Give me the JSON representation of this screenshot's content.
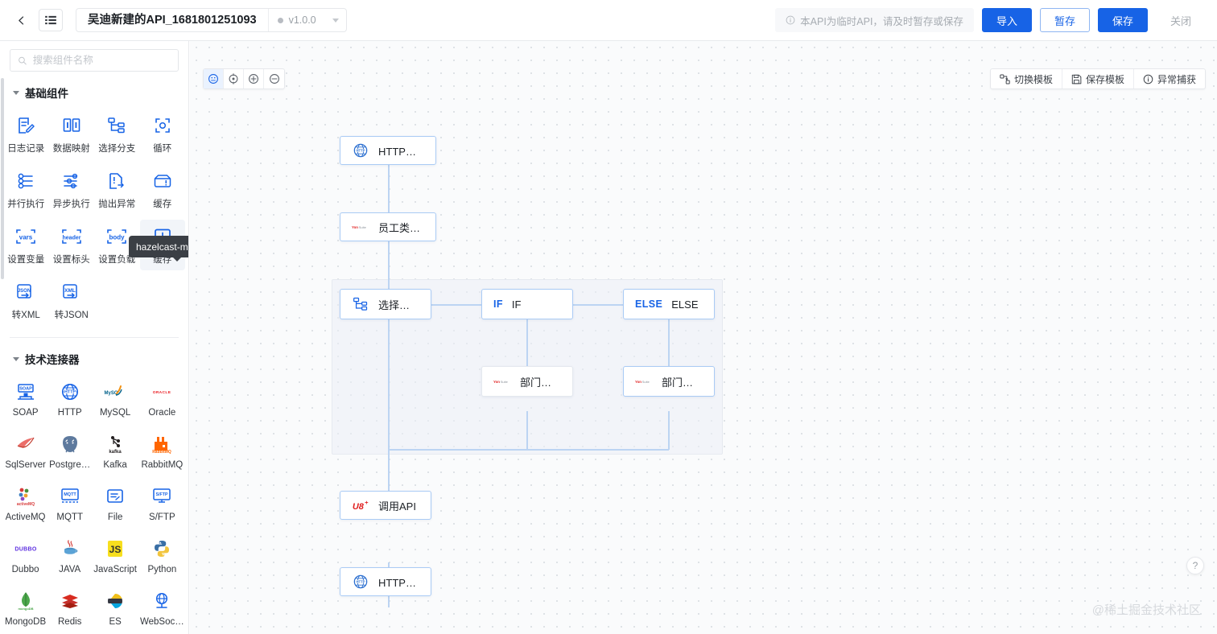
{
  "header": {
    "back_icon": "chevron-left-icon",
    "menu_icon": "list-menu-icon",
    "api_title": "吴迪新建的API_1681801251093",
    "version": "v1.0.0",
    "warning": "本API为临时API，请及时暂存或保存",
    "warning_icon": "info-circle-icon",
    "buttons": {
      "import": "导入",
      "stash": "暂存",
      "save": "保存",
      "close": "关闭"
    },
    "accent_color": "#1763e6"
  },
  "sidebar": {
    "search_placeholder": "搜索组件名称",
    "search_icon": "search-icon",
    "groups": [
      {
        "title": "基础组件",
        "items": [
          {
            "label": "日志记录",
            "icon": "log-record-icon",
            "selected": false
          },
          {
            "label": "数据映射",
            "icon": "data-mapping-icon",
            "selected": false
          },
          {
            "label": "选择分支",
            "icon": "branch-icon",
            "selected": false
          },
          {
            "label": "循环",
            "icon": "loop-icon",
            "selected": false
          },
          {
            "label": "并行执行",
            "icon": "parallel-icon",
            "selected": false
          },
          {
            "label": "异步执行",
            "icon": "async-icon",
            "selected": false
          },
          {
            "label": "抛出异常",
            "icon": "throw-exception-icon",
            "selected": false
          },
          {
            "label": "缓存",
            "icon": "cache-icon",
            "selected": true
          },
          {
            "label": "设置变量",
            "icon": "vars-icon",
            "selected": false
          },
          {
            "label": "设置标头",
            "icon": "header-icon",
            "selected": false
          },
          {
            "label": "设置负载",
            "icon": "body-icon",
            "selected": false
          },
          {
            "label": "缓存",
            "icon": "cache-download-icon",
            "selected": true
          },
          {
            "label": "转XML",
            "icon": "to-xml-icon",
            "selected": false
          },
          {
            "label": "转JSON",
            "icon": "to-json-icon",
            "selected": false
          }
        ]
      },
      {
        "title": "技术连接器",
        "items": [
          {
            "label": "SOAP",
            "icon": "soap-icon"
          },
          {
            "label": "HTTP",
            "icon": "http-icon"
          },
          {
            "label": "MySQL",
            "icon": "mysql-icon"
          },
          {
            "label": "Oracle",
            "icon": "oracle-icon"
          },
          {
            "label": "SqlServer",
            "icon": "sqlserver-icon"
          },
          {
            "label": "Postgre…",
            "icon": "postgresql-icon"
          },
          {
            "label": "Kafka",
            "icon": "kafka-icon"
          },
          {
            "label": "RabbitMQ",
            "icon": "rabbitmq-icon"
          },
          {
            "label": "ActiveMQ",
            "icon": "activemq-icon"
          },
          {
            "label": "MQTT",
            "icon": "mqtt-icon"
          },
          {
            "label": "File",
            "icon": "file-icon"
          },
          {
            "label": "S/FTP",
            "icon": "sftp-icon"
          },
          {
            "label": "Dubbo",
            "icon": "dubbo-icon"
          },
          {
            "label": "JAVA",
            "icon": "java-icon"
          },
          {
            "label": "JavaScript",
            "icon": "javascript-icon"
          },
          {
            "label": "Python",
            "icon": "python-icon"
          },
          {
            "label": "MongoDB",
            "icon": "mongodb-icon"
          },
          {
            "label": "Redis",
            "icon": "redis-icon"
          },
          {
            "label": "ES",
            "icon": "elasticsearch-icon"
          },
          {
            "label": "WebSoc…",
            "icon": "websocket-icon"
          }
        ]
      }
    ],
    "tooltip": "hazelcast-map缓存"
  },
  "canvas": {
    "tools": [
      {
        "icon": "fit-view-icon",
        "active": true
      },
      {
        "icon": "recenter-icon",
        "active": false
      },
      {
        "icon": "zoom-in-icon",
        "active": false
      },
      {
        "icon": "zoom-out-icon",
        "active": false
      }
    ],
    "actions": [
      {
        "label": "切换模板",
        "icon": "switch-template-icon"
      },
      {
        "label": "保存模板",
        "icon": "save-template-icon"
      },
      {
        "label": "异常捕获",
        "icon": "exception-catch-icon"
      }
    ],
    "nodes": [
      {
        "id": "http-request",
        "label": "HTTP请求",
        "icon": "http-globe-icon",
        "keyword": ""
      },
      {
        "id": "employee-category",
        "label": "员工类别详情…",
        "icon": "yonsuite-icon",
        "keyword": ""
      },
      {
        "id": "choose-branch",
        "label": "选择分支",
        "icon": "branch-icon",
        "keyword": ""
      },
      {
        "id": "if-branch",
        "label": "IF",
        "icon": "",
        "keyword": "IF"
      },
      {
        "id": "else-branch",
        "label": "ELSE",
        "icon": "",
        "keyword": "ELSE"
      },
      {
        "id": "dept-detail-query",
        "label": "部门详情查询",
        "icon": "yonsuite-icon",
        "keyword": ""
      },
      {
        "id": "dept-tree-query",
        "label": "部门树查询",
        "icon": "yonsuite-icon",
        "keyword": ""
      },
      {
        "id": "call-api",
        "label": "调用API",
        "icon": "u8c-icon",
        "keyword": ""
      },
      {
        "id": "http-response",
        "label": "HTTP响应",
        "icon": "http-globe-icon",
        "keyword": ""
      }
    ],
    "help_icon": "help-circle-icon",
    "watermark": "@稀土掘金技术社区"
  }
}
